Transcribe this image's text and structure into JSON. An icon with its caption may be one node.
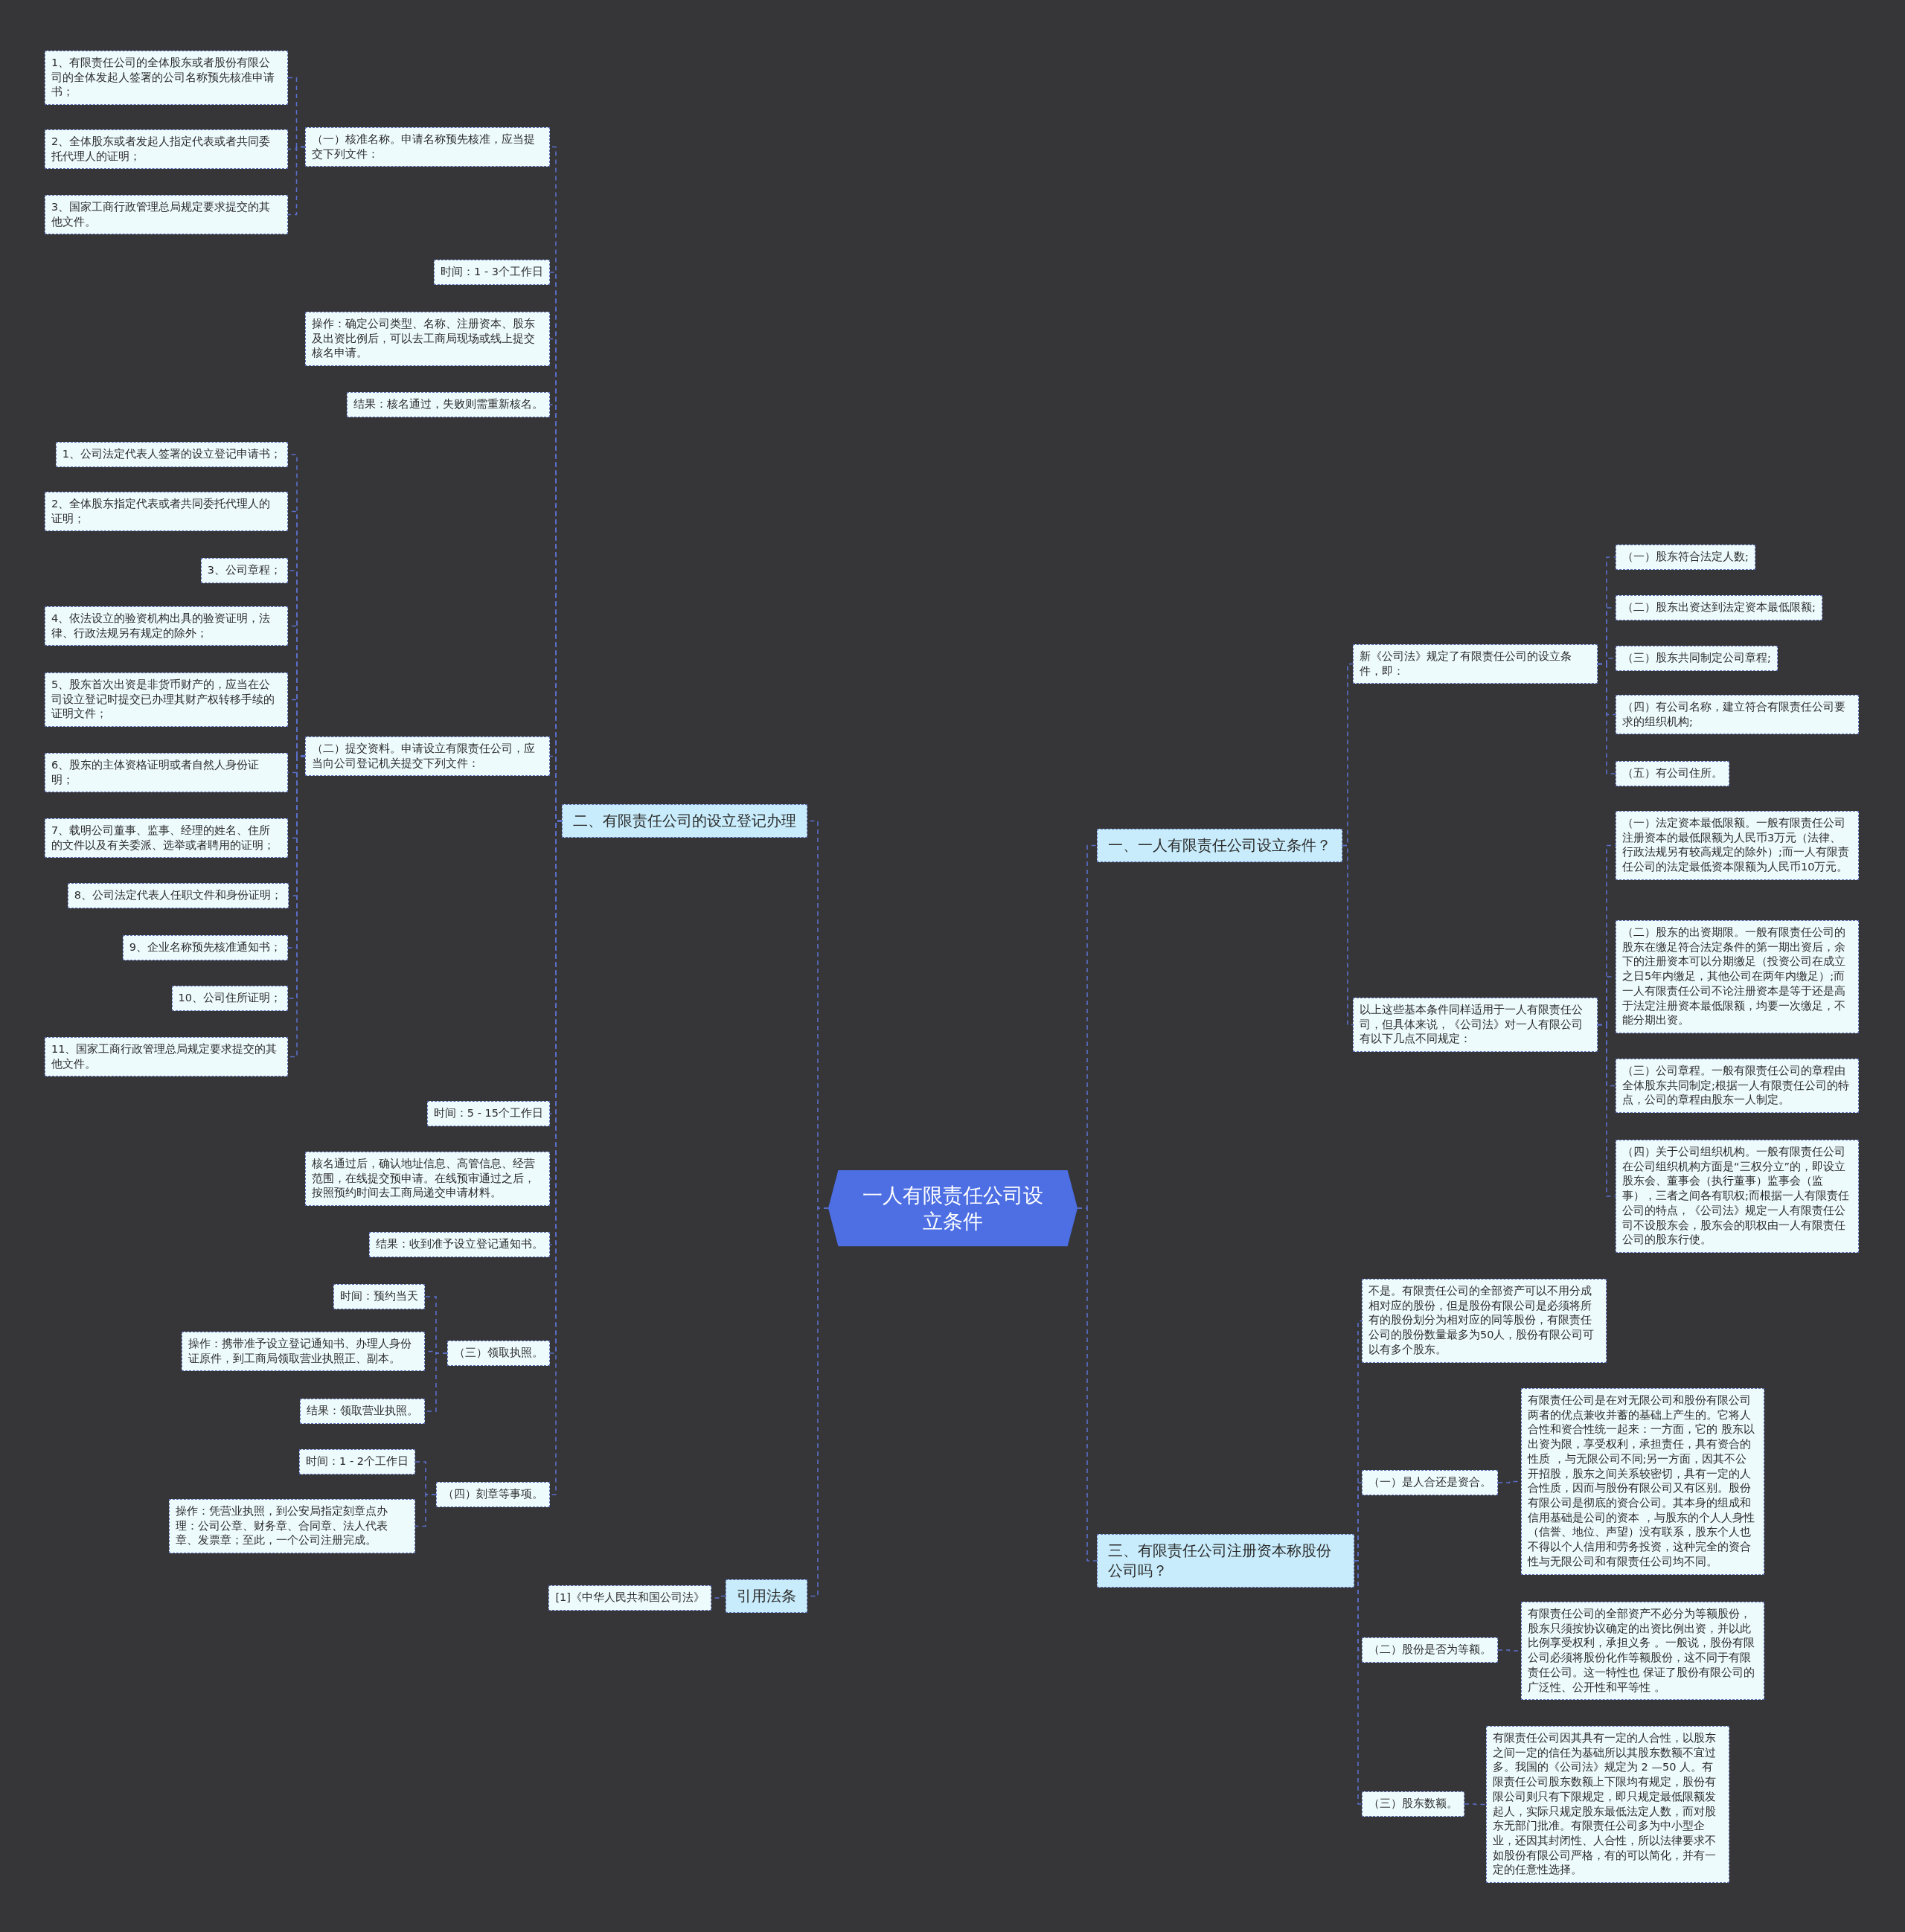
{
  "diagram": {
    "nodes": [
      {
        "text": [
          "一人有限责任公司设立条件"
        ]
      },
      {
        "text": [
          "二、有限责任公司的设立登记办理"
        ]
      },
      {
        "text": [
          "（一）核准名称。申请名称预先核准，应当提交下列文件："
        ]
      },
      {
        "text": [
          "1、有限责任公司的全体股东或者股份有限公司的全体发起人签署的公司名称预先核准申请书；"
        ]
      },
      {
        "text": [
          "2、全体股东或者发起人指定代表或者共同委托代理人的证明；"
        ]
      },
      {
        "text": [
          "3、国家工商行政管理总局规定要求提交的其他文件。"
        ]
      },
      {
        "text": [
          "时间：1 - 3个工作日"
        ]
      },
      {
        "text": [
          "操作：确定公司类型、名称、注册资本、股东及出资比例后，可以去工商局现场或线上提交核名申请。"
        ]
      },
      {
        "text": [
          "结果：核名通过，失败则需重新核名。"
        ]
      },
      {
        "text": [
          "（二）提交资料。申请设立有限责任公司，应当向公司登记机关提交下列文件："
        ]
      },
      {
        "text": [
          "1、公司法定代表人签署的设立登记申请书；"
        ]
      },
      {
        "text": [
          "2、全体股东指定代表或者共同委托代理人的证明；"
        ]
      },
      {
        "text": [
          "3、公司章程；"
        ]
      },
      {
        "text": [
          "4、依法设立的验资机构出具的验资证明，法律、行政法规另有规定的除外；"
        ]
      },
      {
        "text": [
          "5、股东首次出资是非货币财产的，应当在公司设立登记时提交已办理其财产权转移手续的证明文件；"
        ]
      },
      {
        "text": [
          "6、股东的主体资格证明或者自然人身份证明；"
        ]
      },
      {
        "text": [
          "7、载明公司董事、监事、经理的姓名、住所的文件以及有关委派、选举或者聘用的证明；"
        ]
      },
      {
        "text": [
          "8、公司法定代表人任职文件和身份证明；"
        ]
      },
      {
        "text": [
          "9、企业名称预先核准通知书；"
        ]
      },
      {
        "text": [
          "10、公司住所证明；"
        ]
      },
      {
        "text": [
          "11、国家工商行政管理总局规定要求提交的其他文件。"
        ]
      },
      {
        "text": [
          "时间：5 - 15个工作日"
        ]
      },
      {
        "text": [
          "核名通过后，确认地址信息、高管信息、经营范围，在线提交预申请。在线预审通过之后，按照预约时间去工商局递交申请材料。"
        ]
      },
      {
        "text": [
          "结果：收到准予设立登记通知书。"
        ]
      },
      {
        "text": [
          "（三）领取执照。"
        ]
      },
      {
        "text": [
          "时间：预约当天"
        ]
      },
      {
        "text": [
          "操作：携带准予设立登记通知书、办理人身份证原件，到工商局领取营业执照正、副本。"
        ]
      },
      {
        "text": [
          "结果：领取营业执照。"
        ]
      },
      {
        "text": [
          "（四）刻章等事项。"
        ]
      },
      {
        "text": [
          "时间：1 - 2个工作日"
        ]
      },
      {
        "text": [
          "操作：凭营业执照，到公安局指定刻章点办理：公司公章、财务章、合同章、法人代表章、发票章；至此，一个公司注册完成。"
        ]
      },
      {
        "text": [
          "引用法条"
        ]
      },
      {
        "text": [
          "[1]《中华人民共和国公司法》"
        ]
      },
      {
        "text": [
          "一、一人有限责任公司设立条件？"
        ]
      },
      {
        "text": [
          "新《公司法》规定了有限责任公司的设立条件，即："
        ]
      },
      {
        "text": [
          "（一）股东符合法定人数;"
        ]
      },
      {
        "text": [
          "（二）股东出资达到法定资本最低限额;"
        ]
      },
      {
        "text": [
          "（三）股东共同制定公司章程;"
        ]
      },
      {
        "text": [
          "（四）有公司名称，建立符合有限责任公司要求的组织机构;"
        ]
      },
      {
        "text": [
          "（五）有公司住所。"
        ]
      },
      {
        "text": [
          "以上这些基本条件同样适用于一人有限责任公司，但具体来说，《公司法》对一人有限公司有以下几点不同规定："
        ]
      },
      {
        "text": [
          "（一）法定资本最低限额。一般有限责任公司注册资本的最低限额为人民币3万元（法律、行政法规另有较高规定的除外）;而一人有限责任公司的法定最低资本限额为人民币10万元。"
        ]
      },
      {
        "text": [
          "（二）股东的出资期限。一般有限责任公司的股东在缴足符合法定条件的第一期出资后，余下的注册资本可以分期缴足（投资公司在成立之日5年内缴足，其他公司在两年内缴足）;而一人有限责任公司不论注册资本是等于还是高于法定注册资本最低限额，均要一次缴足，不能分期出资。"
        ]
      },
      {
        "text": [
          "（三）公司章程。一般有限责任公司的章程由全体股东共同制定;根据一人有限责任公司的特点，公司的章程由股东一人制定。"
        ]
      },
      {
        "text": [
          "（四）关于公司组织机构。一般有限责任公司在公司组织机构方面是“三权分立”的，即设立股东会、董事会（执行董事）监事会（监事），三者之间各有职权;而根据一人有限责任公司的特点，《公司法》规定一人有限责任公司不设股东会，股东会的职权由一人有限责任公司的股东行使。"
        ]
      },
      {
        "text": [
          "三、有限责任公司注册资本称股份公司吗？"
        ]
      },
      {
        "text": [
          "不是。有限责任公司的全部资产可以不用分成相对应的股份，但是股份有限公司是必须将所有的股份划分为相对应的同等股份，有限责任公司的股份数量最多为50人，股份有限公司可以有多个股东。"
        ]
      },
      {
        "text": [
          "（一）是人合还是资合。"
        ]
      },
      {
        "text": [
          "有限责任公司是在对无限公司和股份有限公司两者的优点兼收并蓄的基础上产生的。它将人合性和资合性统一起来：一方面，它的 股东以出资为限，享受权利，承担责任，具有资合的性质 ，与无限公司不同;另一方面，因其不公开招股，股东之间关系较密切，具有一定的人合性质，因而与股份有限公司又有区别。股份有限公司是彻底的资合公司。其本身的组成和信用基础是公司的资本 ，与股东的个人人身性（信誉、地位、声望）没有联系，股东个人也不得以个人信用和劳务投资，这种完全的资合性与无限公司和有限责任公司均不同。"
        ]
      },
      {
        "text": [
          "（二）股份是否为等额。"
        ]
      },
      {
        "text": [
          "有限责任公司的全部资产不必分为等额股份，股东只须按协议确定的出资比例出资，并以此比例享受权利，承担义务 。一般说，股份有限公司必须将股份化作等额股份，这不同于有限责任公司。这一特性也 保证了股份有限公司的广泛性、公开性和平等性 。"
        ]
      },
      {
        "text": [
          "（三）股东数额。"
        ]
      },
      {
        "text": [
          "有限责任公司因其具有一定的人合性，以股东之间一定的信任为基础所以其股东数额不宜过多。我国的《公司法》规定为 2 —50 人。有限责任公司股东数额上下限均有规定，股份有限公司则只有下限规定，即只规定最低限额发起人，实际只规定股东最低法定人数，而对股东无部门批准。有限责任公司多为中小型企业，还因其封闭性、人合性，所以法律要求不如股份有限公司严格，有的可以简化，并有一定的任意性选择。"
        ]
      }
    ],
    "edges": [
      {
        "from": 0,
        "to": 1,
        "arrow": "none"
      },
      {
        "from": 1,
        "to": 2,
        "arrow": "none"
      },
      {
        "from": 2,
        "to": 3,
        "arrow": "none"
      },
      {
        "from": 2,
        "to": 4,
        "arrow": "none"
      },
      {
        "from": 2,
        "to": 5,
        "arrow": "none"
      },
      {
        "from": 1,
        "to": 6,
        "arrow": "none"
      },
      {
        "from": 1,
        "to": 7,
        "arrow": "none"
      },
      {
        "from": 1,
        "to": 8,
        "arrow": "none"
      },
      {
        "from": 1,
        "to": 9,
        "arrow": "none"
      },
      {
        "from": 9,
        "to": 10,
        "arrow": "none"
      },
      {
        "from": 9,
        "to": 11,
        "arrow": "none"
      },
      {
        "from": 9,
        "to": 12,
        "arrow": "none"
      },
      {
        "from": 9,
        "to": 13,
        "arrow": "none"
      },
      {
        "from": 9,
        "to": 14,
        "arrow": "none"
      },
      {
        "from": 9,
        "to": 15,
        "arrow": "none"
      },
      {
        "from": 9,
        "to": 16,
        "arrow": "none"
      },
      {
        "from": 9,
        "to": 17,
        "arrow": "none"
      },
      {
        "from": 9,
        "to": 18,
        "arrow": "none"
      },
      {
        "from": 9,
        "to": 19,
        "arrow": "none"
      },
      {
        "from": 9,
        "to": 20,
        "arrow": "none"
      },
      {
        "from": 1,
        "to": 21,
        "arrow": "none"
      },
      {
        "from": 1,
        "to": 22,
        "arrow": "none"
      },
      {
        "from": 1,
        "to": 23,
        "arrow": "none"
      },
      {
        "from": 1,
        "to": 24,
        "arrow": "none"
      },
      {
        "from": 24,
        "to": 25,
        "arrow": "none"
      },
      {
        "from": 24,
        "to": 26,
        "arrow": "none"
      },
      {
        "from": 24,
        "to": 27,
        "arrow": "none"
      },
      {
        "from": 1,
        "to": 28,
        "arrow": "none"
      },
      {
        "from": 28,
        "to": 29,
        "arrow": "none"
      },
      {
        "from": 28,
        "to": 30,
        "arrow": "none"
      },
      {
        "from": 0,
        "to": 31,
        "arrow": "none"
      },
      {
        "from": 31,
        "to": 32,
        "arrow": "none"
      },
      {
        "from": 0,
        "to": 33,
        "arrow": "none"
      },
      {
        "from": 33,
        "to": 34,
        "arrow": "none"
      },
      {
        "from": 34,
        "to": 35,
        "arrow": "none"
      },
      {
        "from": 34,
        "to": 36,
        "arrow": "none"
      },
      {
        "from": 34,
        "to": 37,
        "arrow": "none"
      },
      {
        "from": 34,
        "to": 38,
        "arrow": "none"
      },
      {
        "from": 34,
        "to": 39,
        "arrow": "none"
      },
      {
        "from": 33,
        "to": 40,
        "arrow": "none"
      },
      {
        "from": 40,
        "to": 41,
        "arrow": "none"
      },
      {
        "from": 40,
        "to": 42,
        "arrow": "none"
      },
      {
        "from": 40,
        "to": 43,
        "arrow": "none"
      },
      {
        "from": 40,
        "to": 44,
        "arrow": "none"
      },
      {
        "from": 0,
        "to": 45,
        "arrow": "none"
      },
      {
        "from": 45,
        "to": 46,
        "arrow": "none"
      },
      {
        "from": 45,
        "to": 47,
        "arrow": "none"
      },
      {
        "from": 47,
        "to": 48,
        "arrow": "none"
      },
      {
        "from": 45,
        "to": 49,
        "arrow": "none"
      },
      {
        "from": 49,
        "to": 50,
        "arrow": "none"
      },
      {
        "from": 45,
        "to": 51,
        "arrow": "none"
      },
      {
        "from": 51,
        "to": 52,
        "arrow": "none"
      }
    ]
  }
}
